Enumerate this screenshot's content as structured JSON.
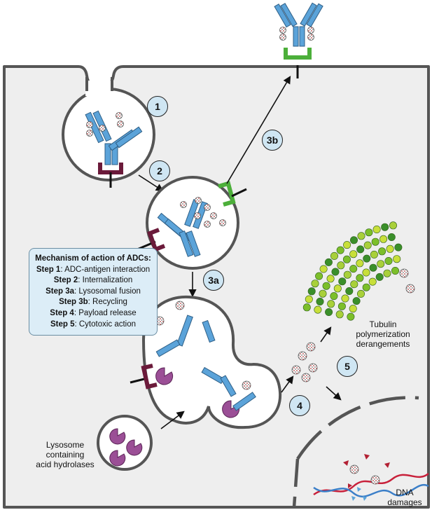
{
  "legend": {
    "title": "Mechanism of action of ADCs:",
    "steps": [
      {
        "label": "Step 1",
        "text": ": ADC-antigen interaction"
      },
      {
        "label": "Step 2",
        "text": ": Internalization"
      },
      {
        "label": "Step 3a",
        "text": ": Lysosomal fusion"
      },
      {
        "label": "Step 3b",
        "text": ": Recycling"
      },
      {
        "label": "Step 4",
        "text": ": Payload release"
      },
      {
        "label": "Step 5",
        "text": ": Cytotoxic action"
      }
    ]
  },
  "step_markers": [
    "1",
    "2",
    "3b",
    "3a",
    "4",
    "5"
  ],
  "labels": {
    "tubulin_line1": "Tubulin",
    "tubulin_line2": "polymerization",
    "tubulin_line3": "derangements",
    "lysosome_line1": "Lysosome",
    "lysosome_line2": "containing",
    "lysosome_line3": "acid hydrolases",
    "dna_line1": "DNA",
    "dna_line2": "damages"
  },
  "colors": {
    "cell_fill": "#eeeeee",
    "membrane": "#555555",
    "antibody": "#5ba3d9",
    "antigen": "#6b1a3a",
    "recycled_receptor": "#4caf3a",
    "lysosome_enzyme": "#9b4f96",
    "marker_fill": "#cfe6f3",
    "legend_fill": "#dcedf7"
  }
}
